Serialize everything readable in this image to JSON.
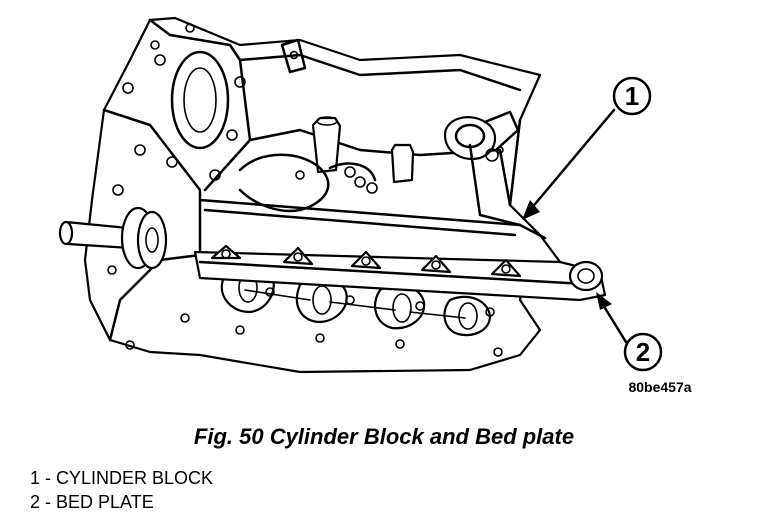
{
  "figure": {
    "callouts": [
      {
        "label": "1"
      },
      {
        "label": "2"
      }
    ],
    "reference_code": "80be457a"
  },
  "caption": "Fig. 50 Cylinder Block and Bed plate",
  "legend": {
    "items": [
      {
        "text": "1 - CYLINDER BLOCK"
      },
      {
        "text": "2 - BED PLATE"
      }
    ]
  }
}
